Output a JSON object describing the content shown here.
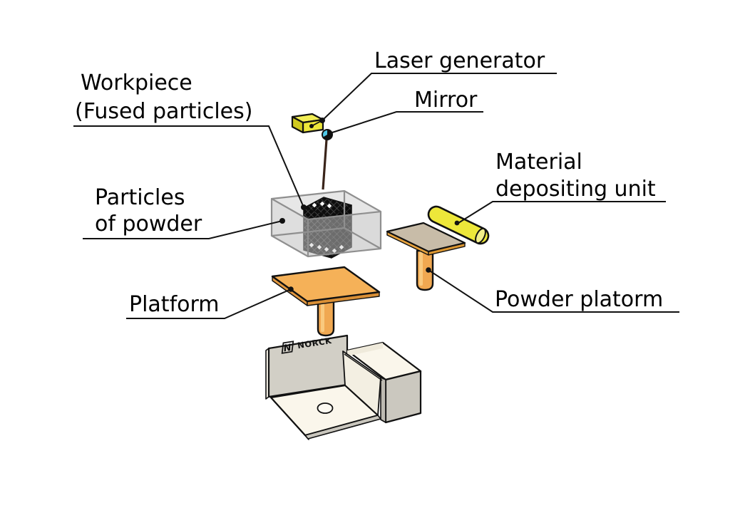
{
  "labels": {
    "laser_generator": "Laser generator",
    "mirror": "Mirror",
    "workpiece": {
      "line1": "Workpiece",
      "line2": "(Fused particles)"
    },
    "particles": {
      "line1": "Particles",
      "line2": "of powder"
    },
    "material": {
      "line1": "Material",
      "line2": "depositing unit"
    },
    "platform": "Platform",
    "powder_platform": "Powder platorm"
  },
  "logo": {
    "n": "N",
    "text": "NORCK"
  },
  "colors": {
    "laser_yellow": "#EDE73A",
    "laser_yellow_top": "#F2EE55",
    "laser_yellow_side": "#CFC91F",
    "mirror_cyan": "#4FC8E8",
    "beam_brown": "#3A241A",
    "powder_box_gray": "#D3D3D3",
    "workpiece_black": "#0D0D0D",
    "platform_orange": "#F5B158",
    "column_orange": "#F0A851",
    "powder_plate_tan": "#C8BCA8",
    "base_gray": "#D2CFC6",
    "base_floor_cream": "#FAF6EB",
    "label_text": "#000000"
  }
}
